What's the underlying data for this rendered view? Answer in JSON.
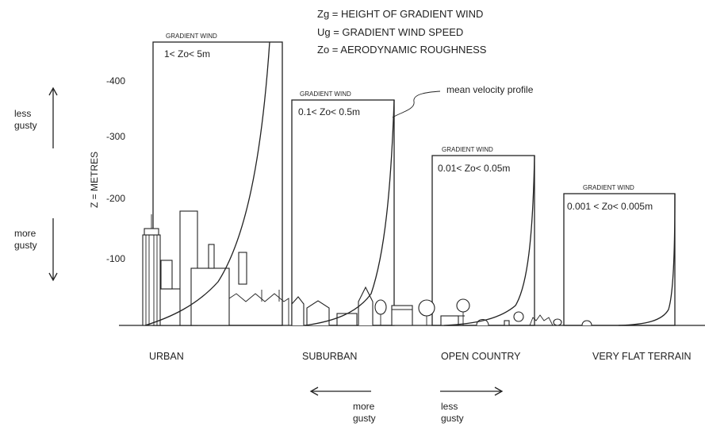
{
  "legend": {
    "zg": "Zg = HEIGHT OF GRADIENT WIND",
    "ug": "Ug = GRADIENT WIND SPEED",
    "zo": "Zo = AERODYNAMIC ROUGHNESS"
  },
  "y_axis": {
    "label": "Z = METRES",
    "ticks": [
      "-400",
      "-300",
      "-200",
      "-100"
    ]
  },
  "gust_left": {
    "top": "less\ngusty",
    "bottom": "more\ngusty"
  },
  "gust_bottom": {
    "left": "more\ngusty",
    "right": "less\ngusty"
  },
  "profile_annotation": "mean velocity profile",
  "panels": [
    {
      "gradient_label": "GRADIENT WIND",
      "roughness": "1< Zo< 5m",
      "terrain": "URBAN",
      "height_m": 460
    },
    {
      "gradient_label": "GRADIENT WIND",
      "roughness": "0.1< Zo< 0.5m",
      "terrain": "SUBURBAN",
      "height_m": 365
    },
    {
      "gradient_label": "GRADIENT WIND",
      "roughness": "0.01< Zo< 0.05m",
      "terrain": "OPEN COUNTRY",
      "height_m": 280
    },
    {
      "gradient_label": "GRADIENT WIND",
      "roughness": "0.001 < Zo< 0.005m",
      "terrain": "VERY FLAT TERRAIN",
      "height_m": 215
    }
  ]
}
